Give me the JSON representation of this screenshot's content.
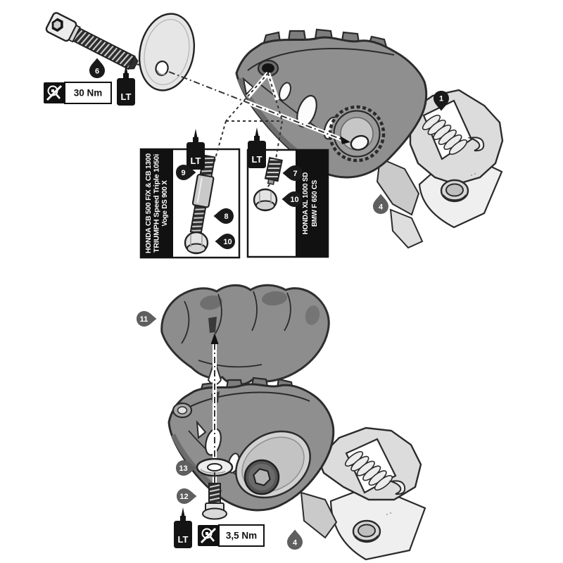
{
  "diagram": {
    "loctite": "LT",
    "torque_top": "30 Nm",
    "torque_bottom": "3,5 Nm",
    "markers": {
      "screw": "6",
      "spring_pin": "1",
      "mount_top": "4",
      "adapter": "9",
      "adapter_thread": "8",
      "cap_bolt_a": "10",
      "stud": "7",
      "cap_bolt_b": "10",
      "pad": "11",
      "washer": "13",
      "pad_screw": "12",
      "mount_bottom": "4"
    },
    "boxes": [
      {
        "models": [
          "HONDA CB 500 F/X & CB 1300",
          "TRIUMPH Speed Triple 1050i",
          "Voge DS 900 X"
        ]
      },
      {
        "models": [
          "HONDA XL 1000 SD",
          "BMW F 650 CS"
        ]
      }
    ],
    "colors": {
      "peg": "#8f8f8f",
      "bracket": "#dcdcdc",
      "marker_dark": "#1a1a1a",
      "marker_gray": "#5f5f5f"
    }
  }
}
